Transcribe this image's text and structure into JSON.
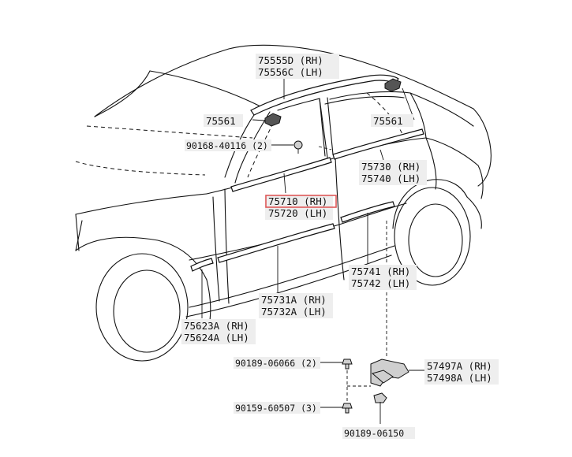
{
  "parts": {
    "p75555": {
      "rh": "75555D (RH)",
      "lh": "75556C (LH)"
    },
    "p75561_left": "75561",
    "p75561_right": "75561",
    "p90168": "90168-40116 (2)",
    "p75730": {
      "rh": "75730 (RH)",
      "lh": "75740 (LH)"
    },
    "p75710": {
      "rh": "75710 (RH)",
      "lh": "75720 (LH)"
    },
    "p75741": {
      "rh": "75741 (RH)",
      "lh": "75742 (LH)"
    },
    "p75731": {
      "rh": "75731A (RH)",
      "lh": "75732A (LH)"
    },
    "p75623": {
      "rh": "75623A (RH)",
      "lh": "75624A (LH)"
    },
    "p90189a": "90189-06066 (2)",
    "p57497": {
      "rh": "57497A (RH)",
      "lh": "57498A (LH)"
    },
    "p90159": "90159-60507 (3)",
    "p90189b": "90189-06150"
  },
  "highlight": {
    "color": "#e05a5a",
    "target": "75710 (RH)"
  }
}
